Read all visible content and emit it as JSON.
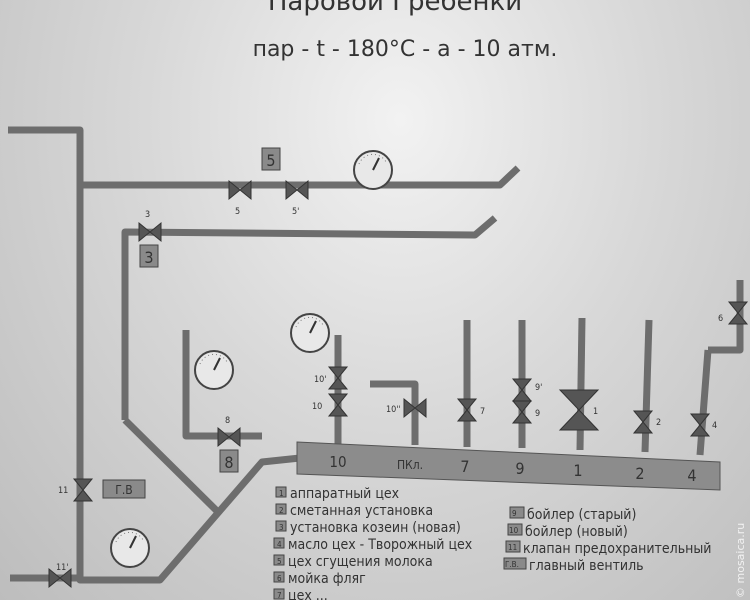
{
  "title": "Паровой Гребенки",
  "subtitle": "пар - t - 180°C - a - 10 атм.",
  "comb_labels": [
    "10",
    "ПКл.",
    "7",
    "9",
    "1",
    "2",
    "4"
  ],
  "valve_labels": {
    "v5": "5",
    "v5p": "5'",
    "box5": "5",
    "v3": "3",
    "box3": "3",
    "v8": "8",
    "box8": "8",
    "v11": "11",
    "boxGV": "Г.В",
    "v11p": "11'",
    "v10p": "10'",
    "v10": "10",
    "v10pp": "10''",
    "v7": "7",
    "v9p": "9'",
    "v9": "9",
    "v1": "1",
    "v2": "2",
    "v4": "4",
    "v6": "6"
  },
  "legend_left": [
    {
      "num": "1",
      "text": "аппаратный цех"
    },
    {
      "num": "2",
      "text": "сметанная установка"
    },
    {
      "num": "3",
      "text": "установка козеин (новая)"
    },
    {
      "num": "4",
      "text": "масло цех - Творожный цех"
    },
    {
      "num": "5",
      "text": "цех сгущения молока"
    },
    {
      "num": "6",
      "text": "мойка фляг"
    },
    {
      "num": "7",
      "text": "цех ..."
    }
  ],
  "legend_right": [
    {
      "num": "9",
      "text": "бойлер (старый)"
    },
    {
      "num": "10",
      "text": "бойлер (новый)"
    },
    {
      "num": "11",
      "text": "клапан предохранительный"
    },
    {
      "num": "Г.В.",
      "text": "главный вентиль"
    }
  ],
  "watermark": "© mosaica.ru"
}
